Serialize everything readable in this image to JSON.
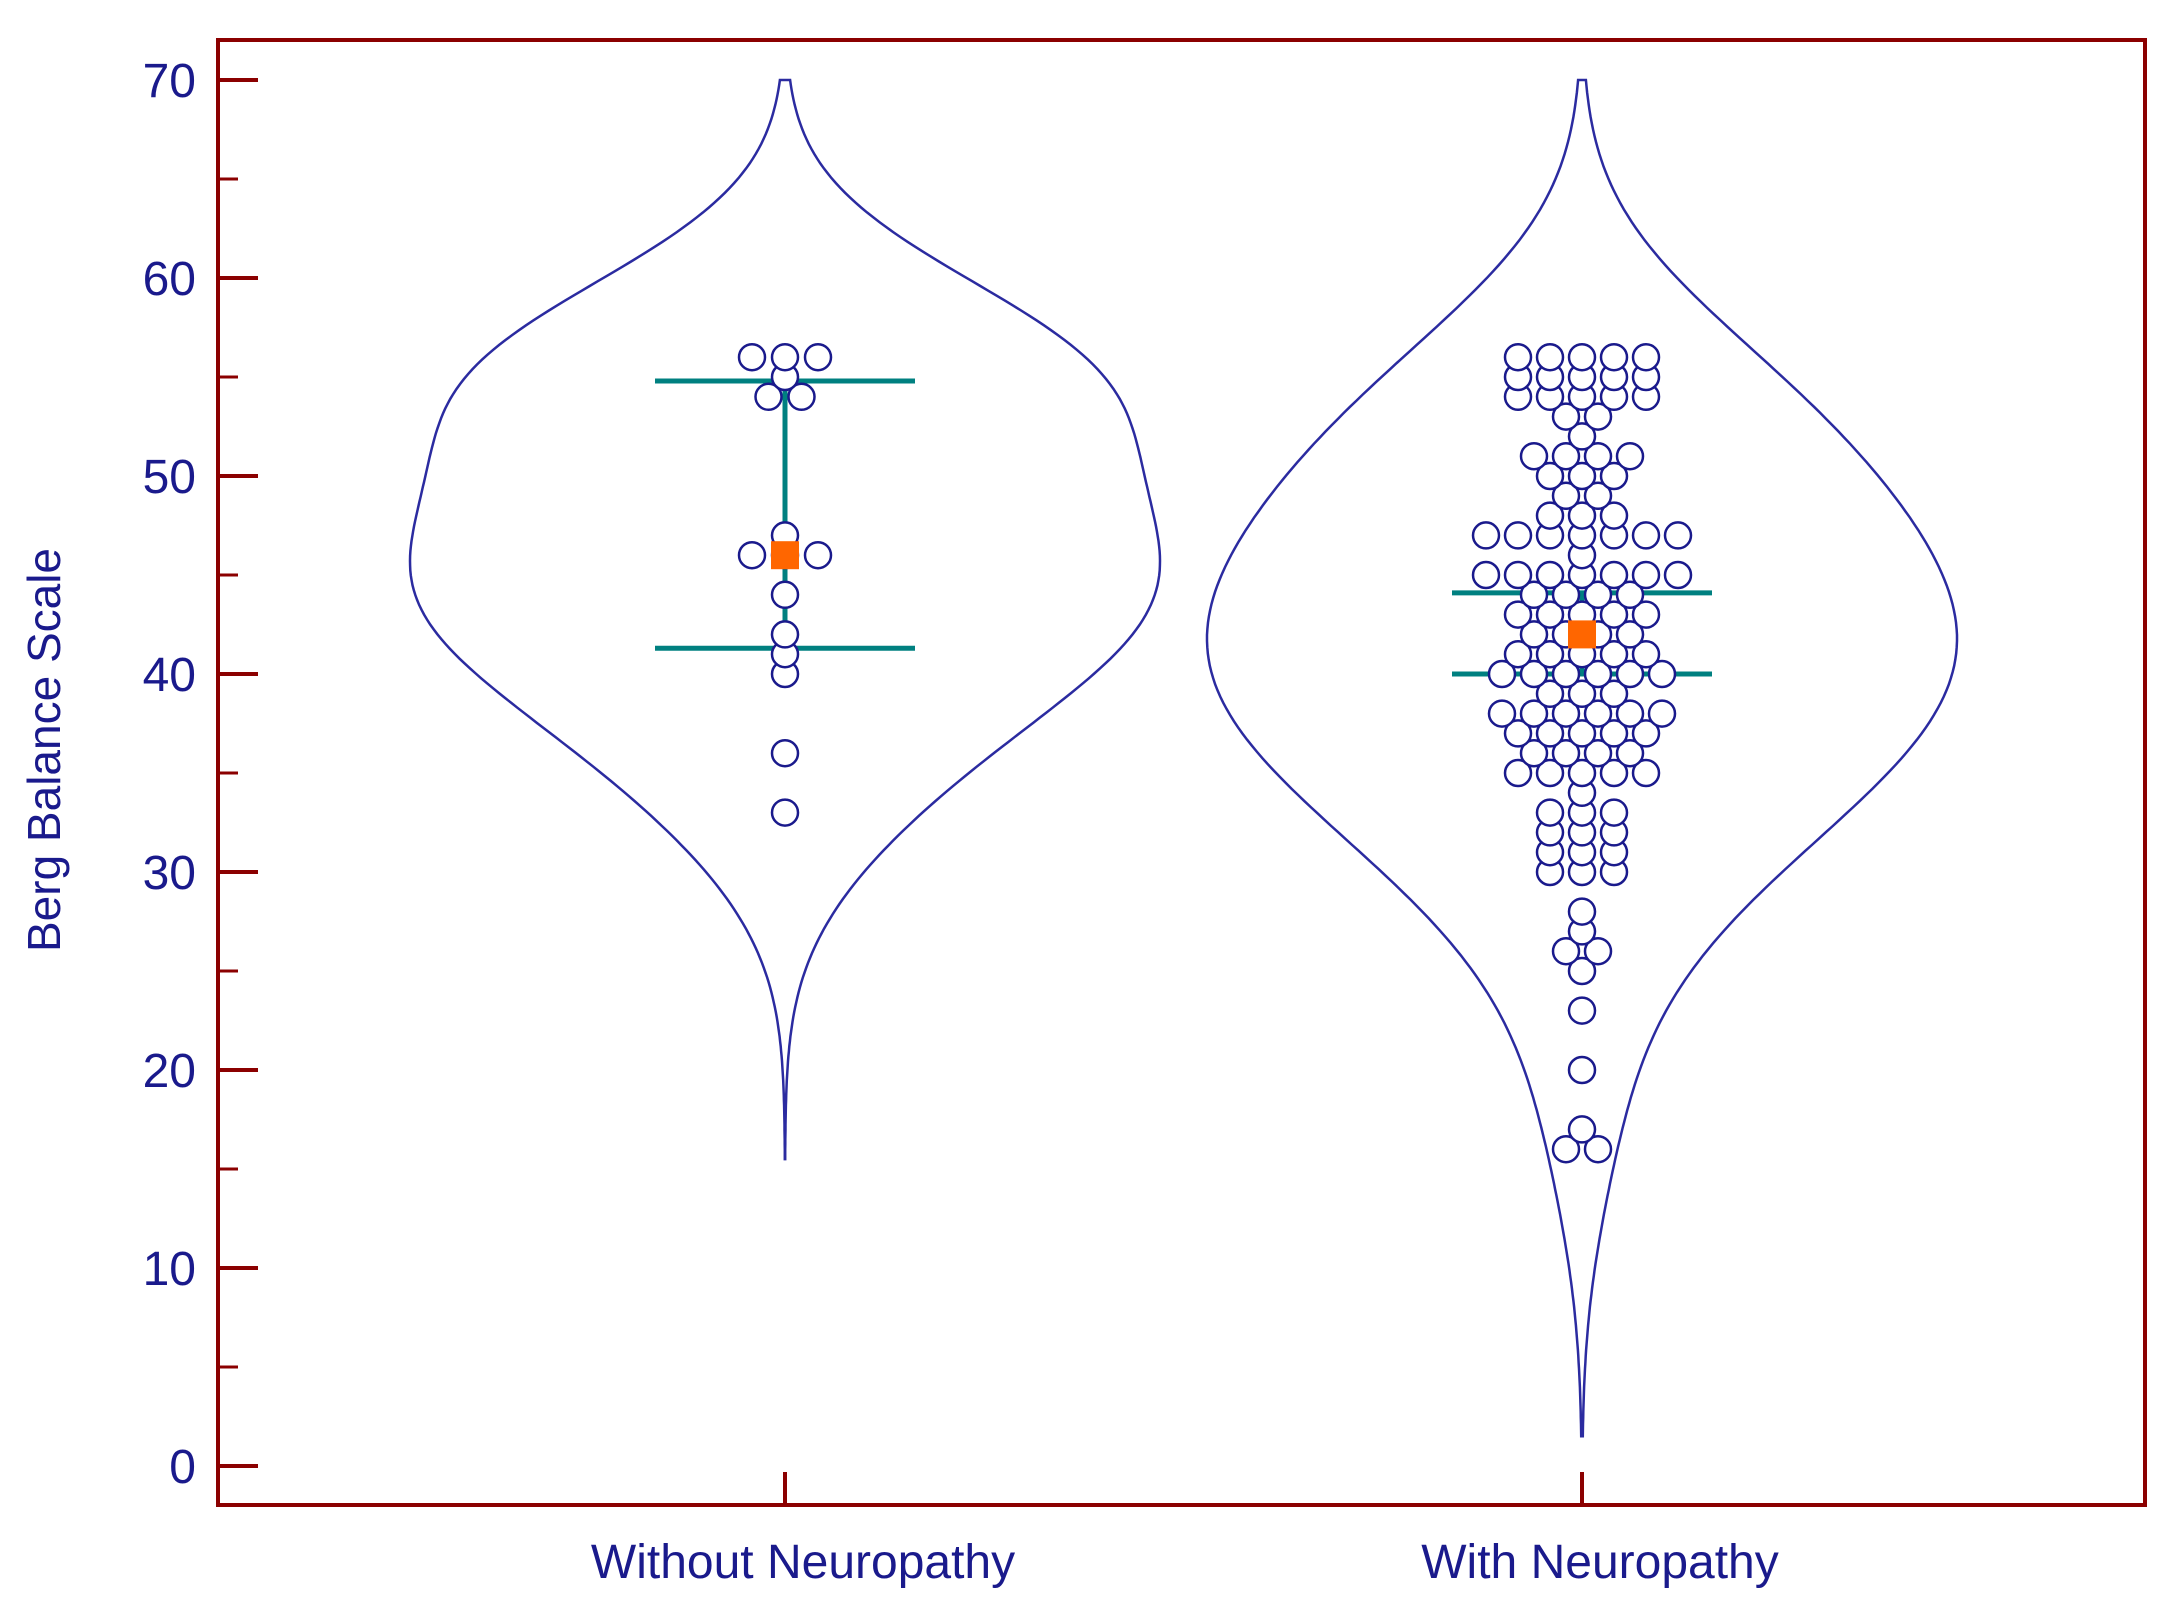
{
  "chart_data": {
    "type": "violin",
    "ylabel": "Berg Balance Scale",
    "xlabel": "",
    "ylim": [
      -2,
      72
    ],
    "yticks": [
      0,
      10,
      20,
      30,
      40,
      50,
      60,
      70
    ],
    "categories": [
      "Without Neuropathy",
      "With Neuropathy"
    ],
    "grid": false,
    "legend": "none",
    "colors": {
      "frame": "#8b0000",
      "violin": "#2b2ba0",
      "points": "#1a1a8c",
      "ci": "#008080",
      "mean": "#ff6600",
      "text": "#1a1a8c"
    },
    "groups": [
      {
        "name": "Without Neuropathy",
        "mean": 46,
        "ci": [
          41.3,
          54.8
        ],
        "range": [
          15.5,
          70
        ],
        "points": [
          56,
          56,
          56,
          55,
          54,
          54,
          47,
          46,
          46,
          46,
          44,
          42,
          41,
          40,
          36,
          33
        ]
      },
      {
        "name": "With Neuropathy",
        "mean": 42,
        "ci": [
          40,
          44.1
        ],
        "range": [
          1.5,
          70
        ],
        "points": [
          56,
          56,
          56,
          56,
          56,
          55,
          55,
          55,
          55,
          55,
          54,
          54,
          54,
          54,
          54,
          53,
          53,
          52,
          51,
          51,
          51,
          51,
          50,
          50,
          50,
          49,
          49,
          48,
          48,
          48,
          47,
          47,
          47,
          47,
          47,
          47,
          47,
          46,
          45,
          45,
          45,
          45,
          45,
          45,
          45,
          44,
          44,
          44,
          44,
          43,
          43,
          43,
          43,
          43,
          42,
          42,
          42,
          42,
          41,
          41,
          41,
          41,
          41,
          40,
          40,
          40,
          40,
          40,
          40,
          39,
          39,
          39,
          38,
          38,
          38,
          38,
          38,
          38,
          37,
          37,
          37,
          37,
          37,
          36,
          36,
          36,
          36,
          35,
          35,
          35,
          35,
          35,
          34,
          33,
          33,
          33,
          32,
          32,
          32,
          31,
          31,
          31,
          30,
          30,
          30,
          28,
          27,
          26,
          26,
          25,
          23,
          20,
          17,
          16,
          16
        ]
      }
    ]
  }
}
